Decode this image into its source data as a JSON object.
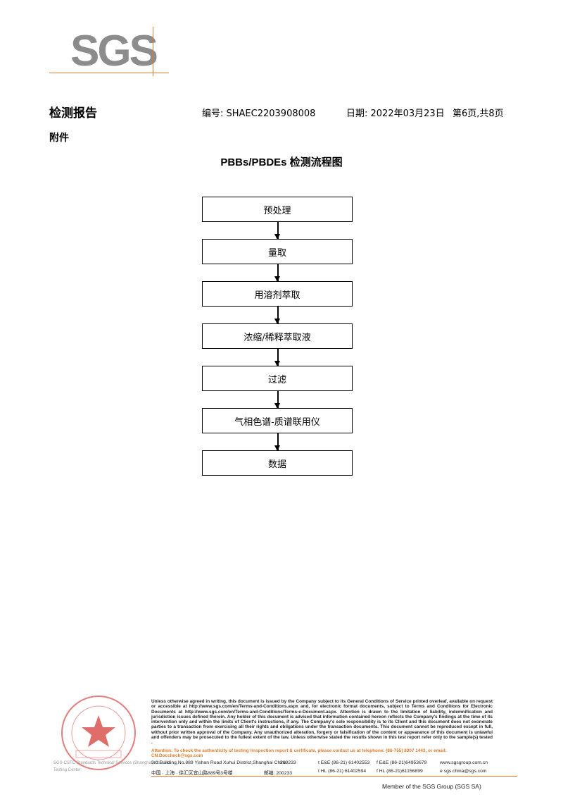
{
  "logo": {
    "text": "SGS"
  },
  "header": {
    "title": "检测报告",
    "report_number": "编号: SHAEC2203908008",
    "date": "日期: 2022年03月23日",
    "page": "第6页,共8页"
  },
  "annex": "附件",
  "flowchart": {
    "title": "PBBs/PBDEs 检测流程图",
    "steps": [
      "预处理",
      "量取",
      "用溶剂萃取",
      "浓缩/稀释萃取液",
      "过滤",
      "气相色谱-质谱联用仪",
      "数据"
    ]
  },
  "footer": {
    "disclaimer": "Unless otherwise agreed in writing, this document is issued by the Company subject to its General Conditions of Service printed overleaf, available on request or accessible at http://www.sgs.com/en/Terms-and-Conditions.aspx and, for electronic format documents, subject to Terms and Conditions for Electronic Documents at http://www.sgs.com/en/Terms-and-Conditions/Terms-e-Document.aspx. Attention is drawn to the limitation of liability, indemnification and jurisdiction issues defined therein. Any holder of this document is advised that information contained hereon reflects the Company's findings at the time of its intervention only and within the limits of Client's instructions, if any. The Company's sole responsibility is to its Client and this document does not exonerate parties to a transaction from exercising all their rights and obligations under the transaction documents. This document cannot be reproduced except in full, without prior written approval of the Company. Any unauthorized alteration, forgery or falsification of the content or appearance of this document is unlawful and offenders may be prosecuted to the fullest extent of the law. Unless otherwise stated the results shown in this test report refer only to the sample(s) tested .",
    "attention": "Attention: To check the authenticity of testing /inspection report & certificate, please contact us at telephone: (86-755) 8307 1443, or email: CN.Doccheck@sgs.com",
    "left_lines": [
      "SGS-CSTC Standards Technical Services (Shanghai) Co., Ltd.",
      "Testing Center"
    ],
    "address_en": "3rd Building,No.889 Yishan Road Xuhui District,Shanghai China",
    "zip_en": "200233",
    "tel_en": "t E&E (86-21) 61402553",
    "fax_en": "f E&E (86-21)64953679",
    "web": "www.sgsgroup.com.cn",
    "address_cn": "中国 · 上海 · 徐汇区宜山路889号3号楼",
    "zip_cn": "邮编: 200233",
    "tel_cn": "t HL (86-21) 61402594",
    "fax_cn": "f HL (86-21)61156899",
    "email": "e sgs.china@sgs.com",
    "member": "Member of the SGS Group (SGS SA)"
  },
  "colors": {
    "accent": "#e07b2a",
    "logo_gray": "#8c8c8c",
    "stamp_red": "#d9534f"
  }
}
